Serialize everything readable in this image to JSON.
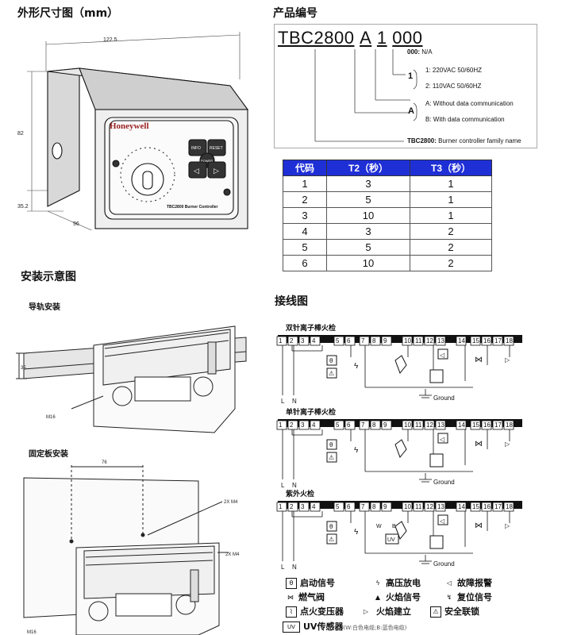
{
  "sections": {
    "dimensions_title": "外形尺寸图（mm）",
    "product_code_title": "产品编号",
    "install_title": "安装示意图",
    "wiring_title": "接线图",
    "rail_title": "导轨安装",
    "plate_title": "固定板安装"
  },
  "dimensions": {
    "width": "122.5",
    "height": "82",
    "base": "35.2",
    "depth": "96",
    "brand": "Honeywell",
    "model_label": "TBC2800 Burner Controller",
    "btn_info": "INFO",
    "btn_reset": "RESET",
    "btn_power": "POWER",
    "rail_35": "35",
    "m16": "M16",
    "plate_76": "76",
    "plate_m4a": "2X M4",
    "plate_m4b": "2X M4",
    "plate_m16": "M16"
  },
  "product_code": {
    "prefix": "TBC2800",
    "a": "A",
    "one": "1",
    "zeros": "000",
    "opt_000_key": "000:",
    "opt_000_val": "N/A",
    "opt_1_key": "1",
    "opt_1_a": "1: 220VAC 50/60HZ",
    "opt_1_b": "2: 110VAC 50/60HZ",
    "opt_a_key": "A",
    "opt_a_a": "A: Without data communication",
    "opt_a_b": "B: With data communication",
    "family_key": "TBC2800:",
    "family_val": "Burner controller family name"
  },
  "timing_table": {
    "headers": [
      "代码",
      "T2（秒）",
      "T3（秒）"
    ],
    "rows": [
      [
        "1",
        "3",
        "1"
      ],
      [
        "2",
        "5",
        "1"
      ],
      [
        "3",
        "10",
        "1"
      ],
      [
        "4",
        "3",
        "2"
      ],
      [
        "5",
        "5",
        "2"
      ],
      [
        "6",
        "10",
        "2"
      ]
    ]
  },
  "wiring": {
    "d1_title": "双针离子棒火检",
    "d2_title": "单针离子棒火检",
    "d3_title": "紫外火检",
    "ground": "Ground",
    "l": "L",
    "n": "N",
    "w": "W",
    "b": "B",
    "uv": "UV",
    "terminals": [
      "1",
      "2",
      "3",
      "4",
      "5",
      "6",
      "7",
      "8",
      "9",
      "10",
      "11",
      "12",
      "13",
      "14",
      "15",
      "16",
      "17",
      "18"
    ]
  },
  "legend": {
    "items": [
      {
        "icon": "θ",
        "label": "启动信号"
      },
      {
        "icon": "ϟ",
        "label": "高压放电"
      },
      {
        "icon": "◁",
        "label": "故障报警"
      },
      {
        "icon": "⋈",
        "label": "燃气阀"
      },
      {
        "icon": "▲",
        "label": "火焰信号"
      },
      {
        "icon": "↯",
        "label": "复位信号"
      },
      {
        "icon": "⌇",
        "label": "点火变压器"
      },
      {
        "icon": "▷",
        "label": "火焰建立"
      },
      {
        "icon": "⚠",
        "label": "安全联锁"
      }
    ],
    "uv_icon": "UV",
    "uv_label": "UV传感器",
    "uv_note": "(W:白色电缆;B:蓝色电缆)"
  }
}
